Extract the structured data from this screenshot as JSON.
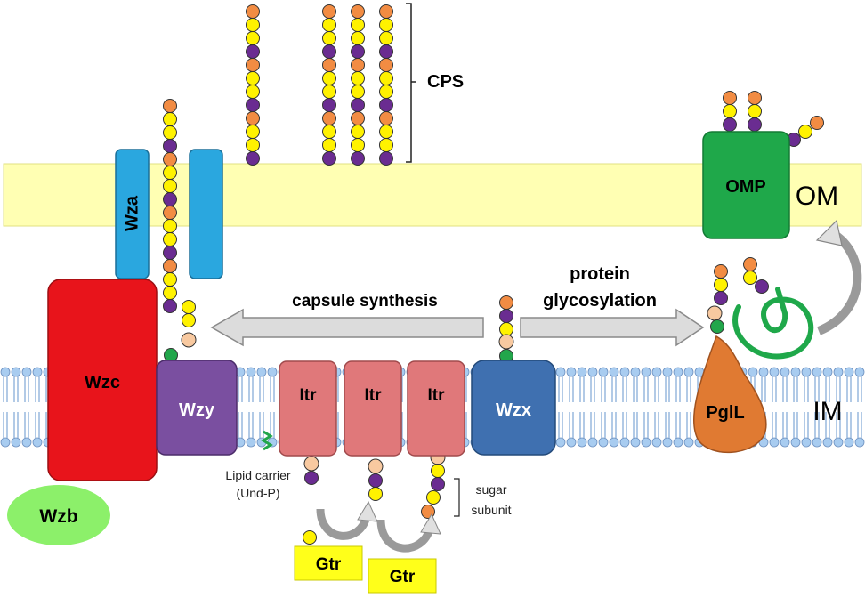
{
  "labels": {
    "wza": "Wza",
    "wzc": "Wzc",
    "wzb": "Wzb",
    "wzy": "Wzy",
    "itr": "Itr",
    "wzx": "Wzx",
    "pgll": "PglL",
    "omp": "OMP",
    "om": "OM",
    "im": "IM",
    "cps": "CPS",
    "capsule_synthesis": "capsule synthesis",
    "protein_line1": "protein",
    "protein_line2": "glycosylation",
    "lipid_line1": "Lipid carrier",
    "lipid_line2": "(Und-P)",
    "sugar_line1": "sugar",
    "sugar_line2": "subunit",
    "gtr": "Gtr"
  },
  "colors": {
    "outer_membrane": "#FFFFB3",
    "wza": "#2AA7DF",
    "wzc": "#E8141B",
    "wzb": "#8CF06A",
    "wzy": "#7A4FA0",
    "itr": "#E0787A",
    "wzx": "#3F70B0",
    "pgll": "#E07A32",
    "omp": "#1FA84A",
    "gtr": "#FFFF1A",
    "sugar_orange": "#F28C43",
    "sugar_yellow": "#FFF200",
    "sugar_purple": "#6A2C91",
    "carrier_peach": "#F8C9A0",
    "lipid_green": "#22A64B",
    "lipid_head": "#A8CCF0"
  }
}
